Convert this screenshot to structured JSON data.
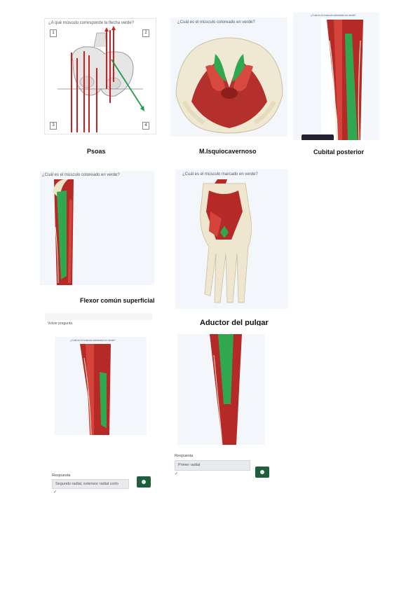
{
  "panels": {
    "psoas": {
      "question": "¿A qué músculo corresponde la flecha verde?",
      "markers": [
        "1",
        "2",
        "3",
        "4"
      ],
      "caption": "Psoas"
    },
    "isquio": {
      "question": "¿Cuál es el músculo coloreado en verde?",
      "caption": "M.Isquiocavernoso"
    },
    "cubital": {
      "question": "¿Cuál es el músculo coloreado en verde?",
      "caption": "Cubital posterior"
    },
    "flexor": {
      "question": "¿Cuál es el músculo coloreado en verde?",
      "caption": "Flexor común superficial"
    },
    "aductor": {
      "question": "¿Cuál es el músculo marcado en verde?",
      "caption": "Aductor del pulgar"
    },
    "segundo": {
      "topbar": "Volver pregunta",
      "question": "¿Cuál es el músculo coloreado en verde?",
      "answer_label": "Respuesta",
      "answer_value": "Segundo radial, extensor radial corto",
      "check": "✓"
    },
    "primer": {
      "answer_label": "Respuesta",
      "answer_value": "Primer radial",
      "check": "✓"
    }
  }
}
